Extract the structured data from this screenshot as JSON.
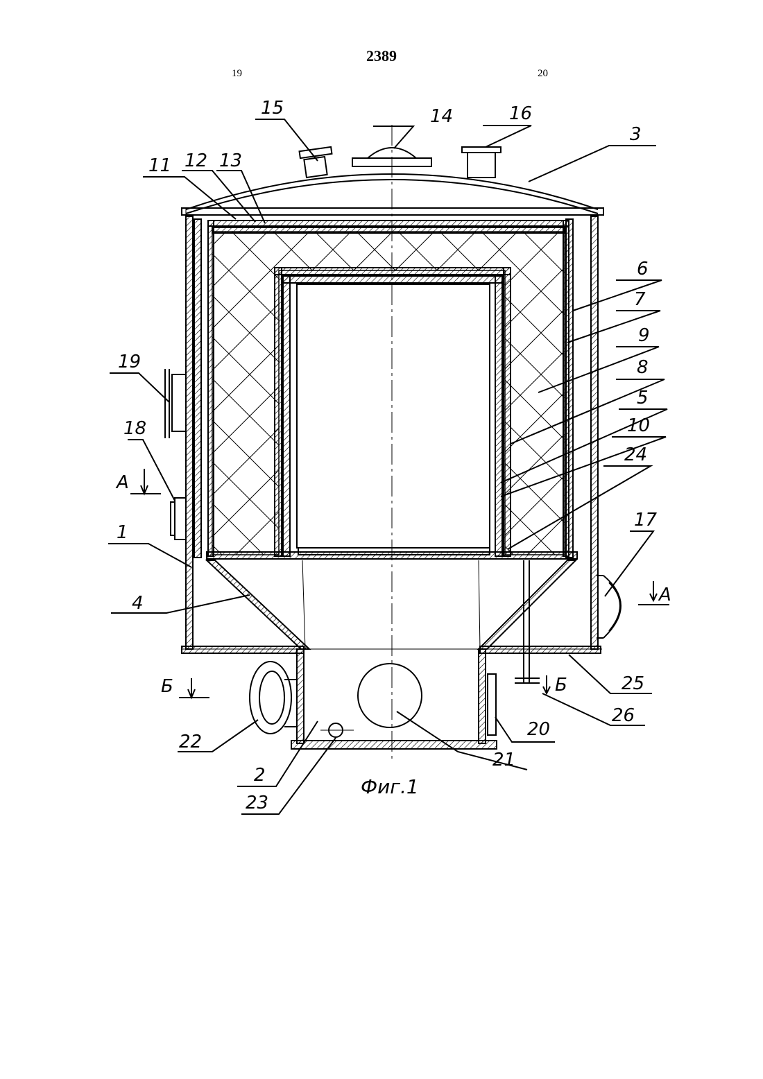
{
  "header": {
    "page_number": "2389",
    "left_column": "19",
    "right_column": "20"
  },
  "figure": {
    "caption": "Фиг.1",
    "parts": [
      {
        "id": "p1",
        "label": "1"
      },
      {
        "id": "p2",
        "label": "2"
      },
      {
        "id": "p3",
        "label": "3"
      },
      {
        "id": "p4",
        "label": "4"
      },
      {
        "id": "p5",
        "label": "5"
      },
      {
        "id": "p6",
        "label": "6"
      },
      {
        "id": "p7",
        "label": "7"
      },
      {
        "id": "p8",
        "label": "8"
      },
      {
        "id": "p9",
        "label": "9"
      },
      {
        "id": "p10",
        "label": "10"
      },
      {
        "id": "p11",
        "label": "11"
      },
      {
        "id": "p12",
        "label": "12"
      },
      {
        "id": "p13",
        "label": "13"
      },
      {
        "id": "p14",
        "label": "14"
      },
      {
        "id": "p15",
        "label": "15"
      },
      {
        "id": "p16",
        "label": "16"
      },
      {
        "id": "p17",
        "label": "17"
      },
      {
        "id": "p18",
        "label": "18"
      },
      {
        "id": "p19",
        "label": "19"
      },
      {
        "id": "p20",
        "label": "20"
      },
      {
        "id": "p21",
        "label": "21"
      },
      {
        "id": "p22",
        "label": "22"
      },
      {
        "id": "p23",
        "label": "23"
      },
      {
        "id": "p24",
        "label": "24"
      },
      {
        "id": "p25",
        "label": "25"
      },
      {
        "id": "p26",
        "label": "26"
      }
    ],
    "sections": {
      "a_left": "А",
      "a_right": "А",
      "b_left": "Б",
      "b_right": "Б"
    }
  }
}
